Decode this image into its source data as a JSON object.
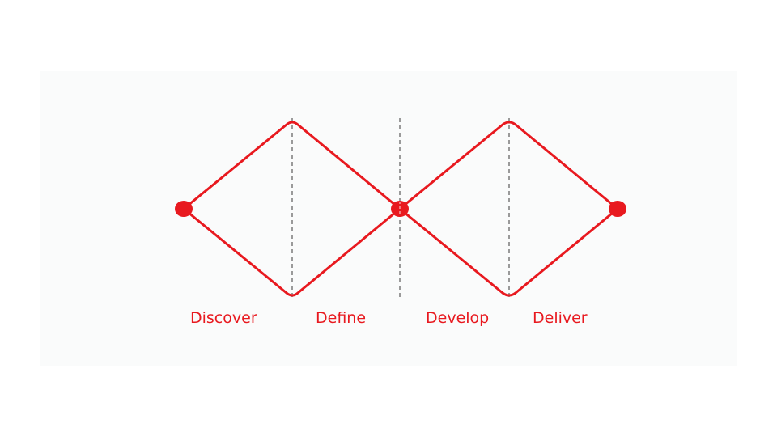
{
  "colors": {
    "accent": "#e8191f",
    "divider": "#9a9a9a",
    "panel": "#fafbfb"
  },
  "phases": [
    {
      "label": "Discover"
    },
    {
      "label": "Define"
    },
    {
      "label": "Develop"
    },
    {
      "label": "Deliver"
    }
  ]
}
